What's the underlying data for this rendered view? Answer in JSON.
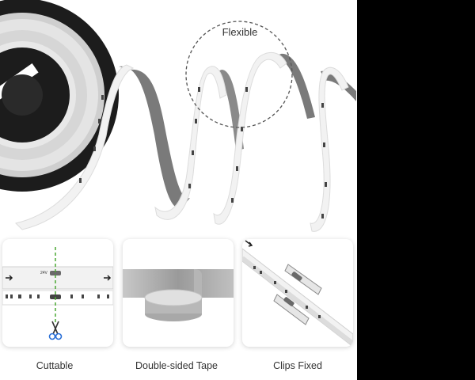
{
  "hero": {
    "flexible_label": "Flexible"
  },
  "features": [
    {
      "caption": "Cuttable",
      "icon": "scissors-icon"
    },
    {
      "caption": "Double-sided Tape",
      "icon": "tape-roll-icon"
    },
    {
      "caption": "Clips Fixed",
      "icon": "mounting-clip-icon"
    }
  ],
  "strip_marks": {
    "voltage": "24V"
  },
  "colors": {
    "background": "#ffffff",
    "strip": "#f2f2f2",
    "tape_backing": "#7a7a7a",
    "reel": "#1c1c1c",
    "cut_line": "#4aa832",
    "dashed_circle": "#555555"
  }
}
